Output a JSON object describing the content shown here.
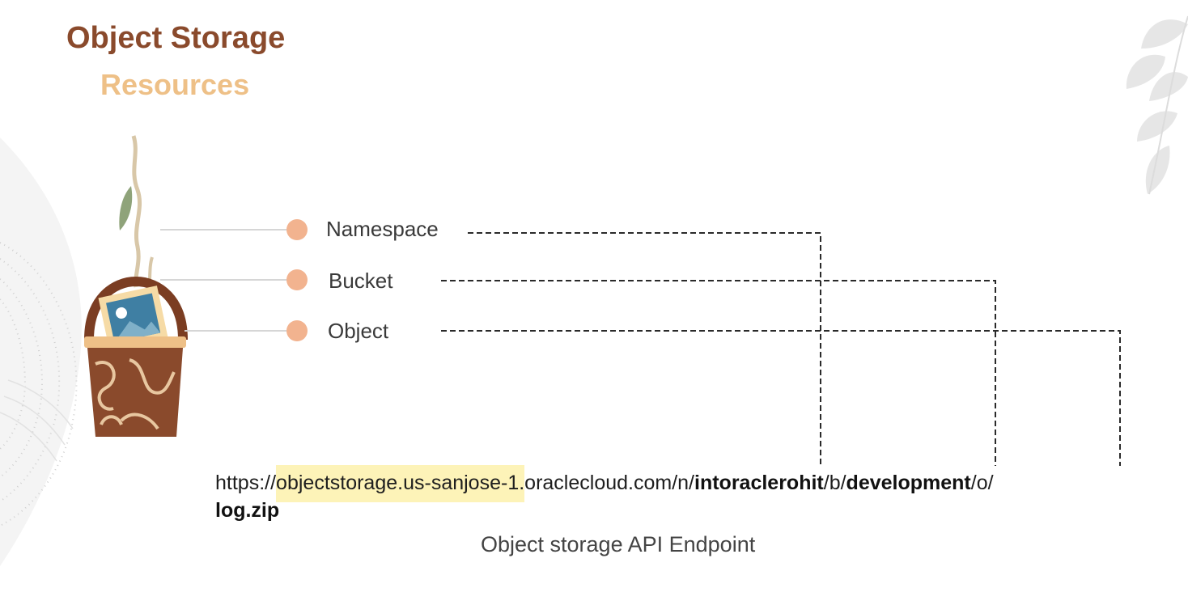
{
  "title": "Object Storage",
  "subtitle": "Resources",
  "resources": [
    {
      "label": "Namespace"
    },
    {
      "label": "Bucket"
    },
    {
      "label": "Object"
    }
  ],
  "url": {
    "prefix": "https://",
    "highlight": "objectstorage.us-sanjose-1",
    "dot": ".",
    "domain": "oraclecloud.com/n/",
    "namespace": "intoraclerohit",
    "b_seg": "/b/",
    "bucket": "development",
    "o_seg": "/o/",
    "object": "log.zip"
  },
  "caption": "Object storage API Endpoint",
  "colors": {
    "title": "#8a4a2c",
    "subtitle": "#eec087",
    "dot": "#f2b38f",
    "highlight": "#fdf3b8"
  },
  "icons": [
    "basket-icon",
    "leaf-decoration-icon"
  ]
}
